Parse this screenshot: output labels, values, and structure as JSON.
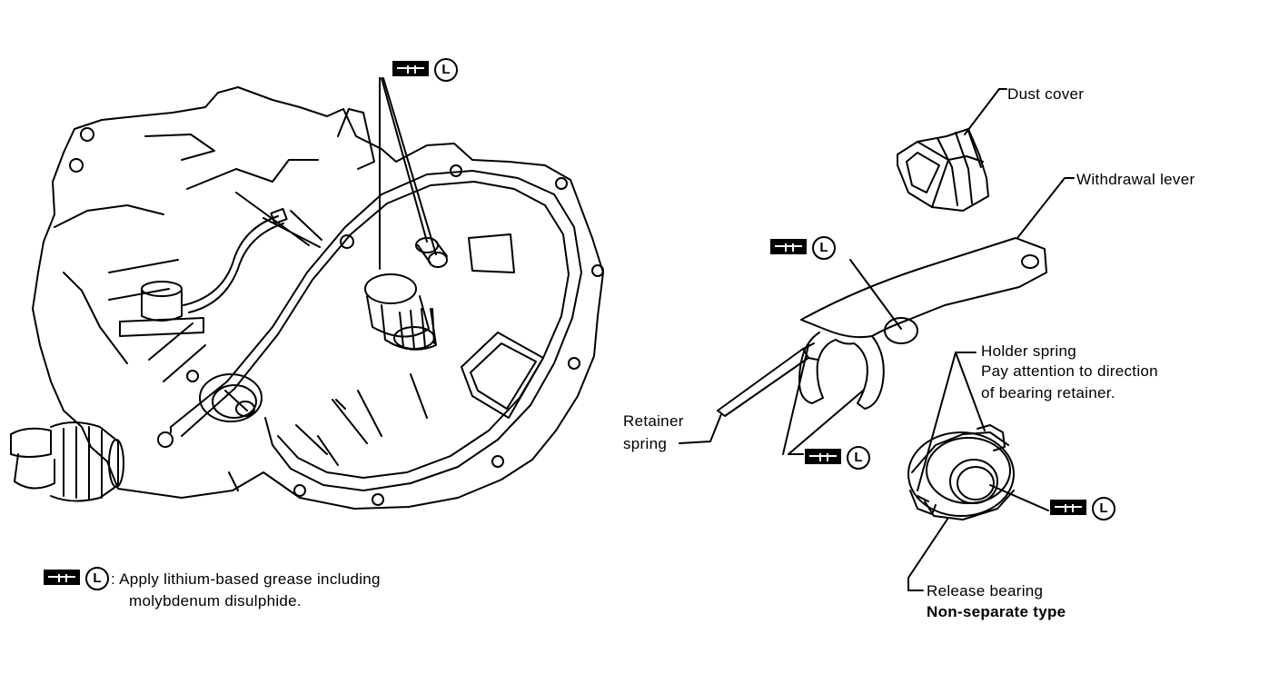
{
  "symbol": {
    "letter": "L",
    "icon": "grease-applicator-icon"
  },
  "labels": {
    "dust_cover": "Dust cover",
    "withdrawal_lever": "Withdrawal lever",
    "holder_spring": "Holder spring",
    "holder_note_1": "Pay attention to direction",
    "holder_note_2": "of bearing retainer.",
    "retainer_spring_1": "Retainer",
    "retainer_spring_2": "spring",
    "release_bearing": "Release bearing",
    "bearing_type": "Non-separate type"
  },
  "legend": {
    "line1": ": Apply lithium-based grease including",
    "line2": "molybdenum disulphide."
  }
}
